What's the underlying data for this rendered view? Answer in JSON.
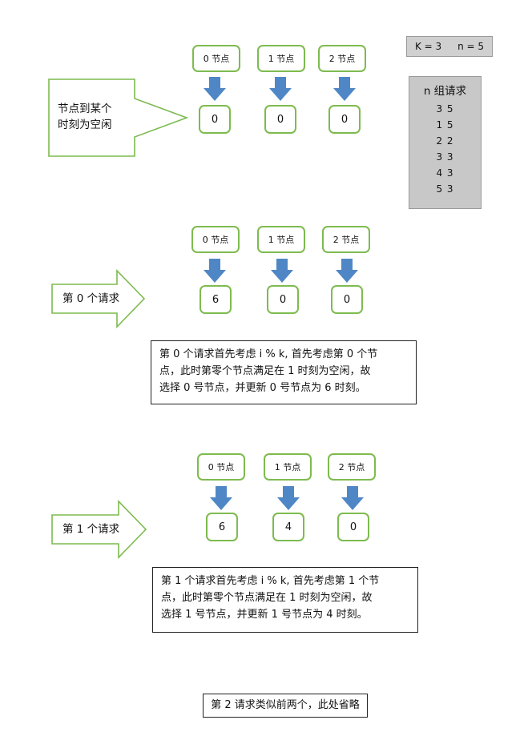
{
  "top": {
    "arrow_text_line1": "节点到某个",
    "arrow_text_line2": "时刻为空闲",
    "nodes": [
      {
        "label": "0 节点",
        "value": "0"
      },
      {
        "label": "1 节点",
        "value": "0"
      },
      {
        "label": "2 节点",
        "value": "0"
      }
    ]
  },
  "params": {
    "k": "K = 3",
    "n": "n = 5"
  },
  "requests": {
    "title": "n 组请求",
    "rows": [
      "3 5",
      "1 5",
      "2 2",
      "3 3",
      "4 3",
      "5 3"
    ]
  },
  "step0": {
    "arrow_text": "第 0 个请求",
    "nodes": [
      {
        "label": "0 节点",
        "value": "6"
      },
      {
        "label": "1 节点",
        "value": "0"
      },
      {
        "label": "2 节点",
        "value": "0"
      }
    ],
    "note_line1": "第 0 个请求首先考虑 i % k, 首先考虑第 0 个节",
    "note_line2": "点，此时第零个节点满足在 1 时刻为空闲，故",
    "note_line3": "选择 0 号节点，并更新 0 号节点为 6 时刻。"
  },
  "step1": {
    "arrow_text": "第 1 个请求",
    "nodes": [
      {
        "label": "0 节点",
        "value": "6"
      },
      {
        "label": "1 节点",
        "value": "4"
      },
      {
        "label": "2 节点",
        "value": "0"
      }
    ],
    "note_line1": "第 1 个请求首先考虑 i % k, 首先考虑第 1 个节",
    "note_line2": "点，此时第零个节点满足在 1 时刻为空闲，故",
    "note_line3": "选择 1 号节点，并更新 1 号节点为 4 时刻。"
  },
  "footer": {
    "text": "第 2 请求类似前两个，此处省略"
  }
}
